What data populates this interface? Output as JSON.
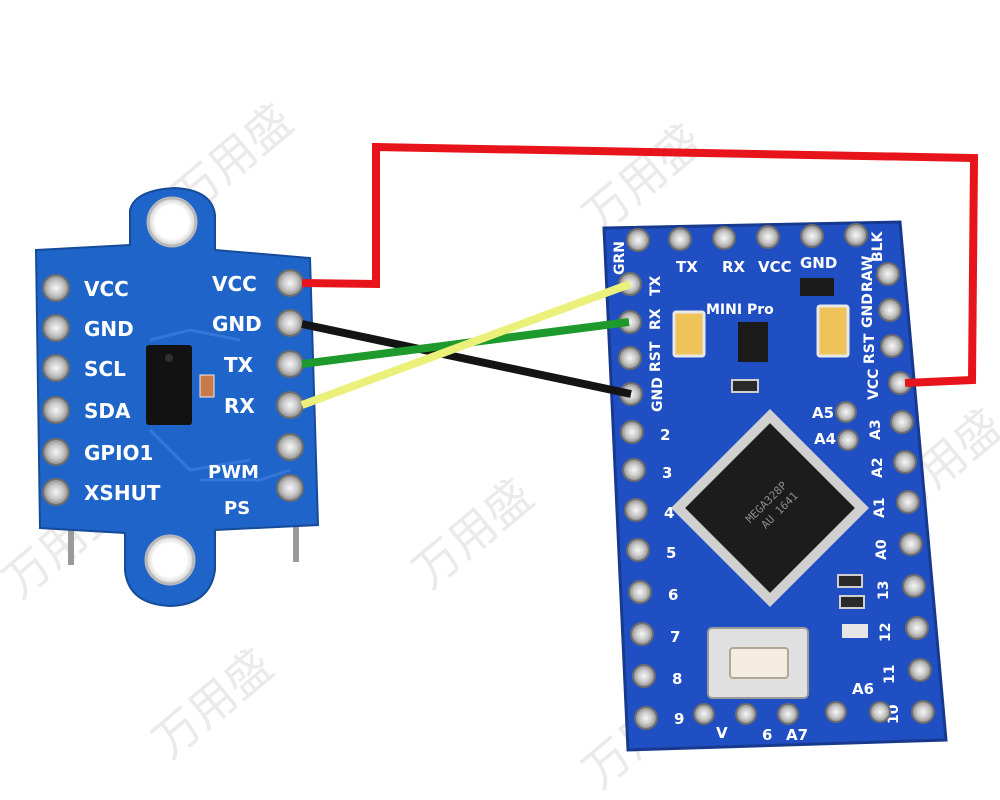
{
  "sensor_board": {
    "left_pins": [
      "VCC",
      "GND",
      "SCL",
      "SDA",
      "GPIO1",
      "XSHUT"
    ],
    "right_pins": [
      "VCC",
      "GND",
      "TX",
      "RX",
      "PWM",
      "PS"
    ]
  },
  "pro_mini": {
    "top_pins": [
      "GRN",
      "TX",
      "RX",
      "VCC",
      "GND",
      "BLK"
    ],
    "left_labels": [
      "TX",
      "RX",
      "RST",
      "GND",
      "2",
      "3",
      "4",
      "5",
      "6",
      "7",
      "8",
      "9"
    ],
    "right_labels": [
      "RAW",
      "GND",
      "RST",
      "VCC",
      "A3",
      "A2",
      "A1",
      "A0",
      "13",
      "12",
      "11",
      "10"
    ],
    "inner_labels": [
      "A5",
      "A4",
      "A6",
      "A7"
    ],
    "bottom_labels": [
      "V",
      "6"
    ],
    "board_name": "MINI Pro",
    "chip_text": [
      "MEGA328P",
      "AU 1641"
    ]
  },
  "watermark": "万用盛",
  "colors": {
    "pcb_blue_sensor": "#1f64c8",
    "pcb_blue_mini": "#1f4fc2",
    "wire_vcc": "#e8141b",
    "wire_gnd": "#141414",
    "wire_tx": "#1e9a2c",
    "wire_rx": "#eaf07a"
  }
}
